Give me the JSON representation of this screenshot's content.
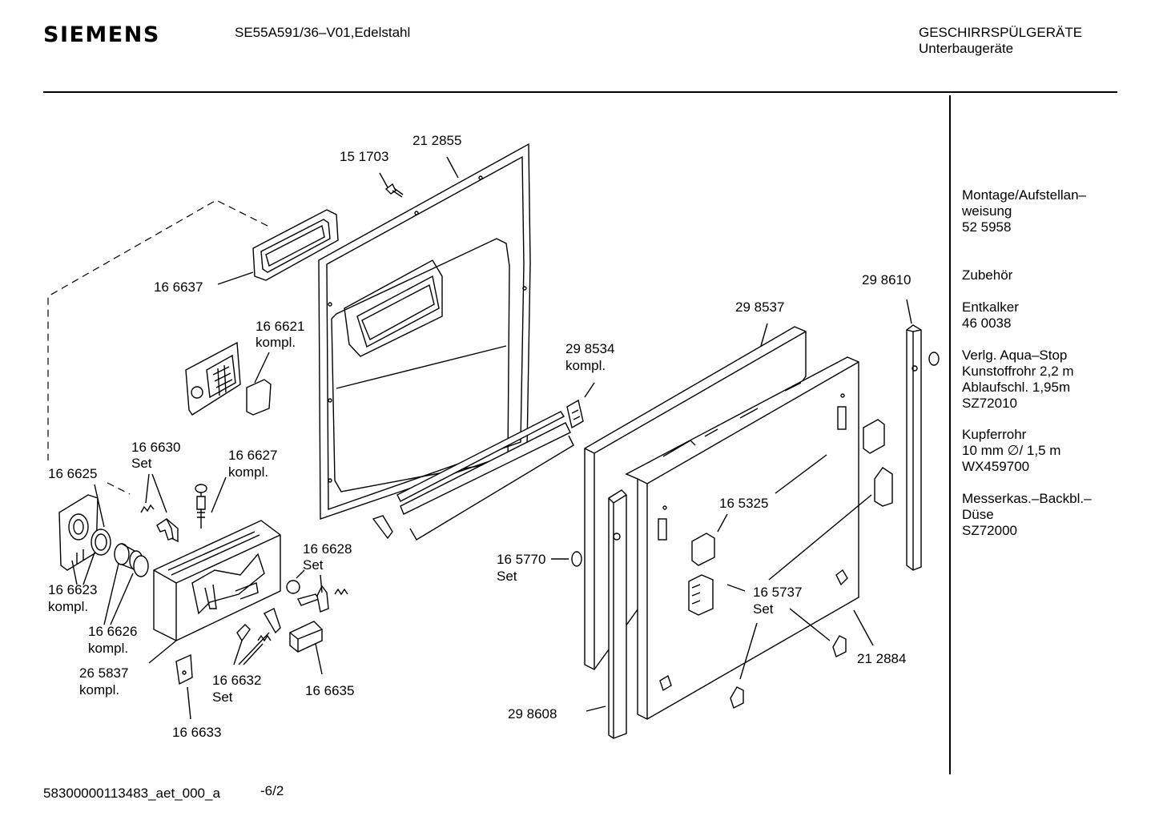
{
  "header": {
    "brand": "SIEMENS",
    "model": "SE55A591/36–V01,Edelstahl",
    "category_line1": "GESCHIRRSPÜLGERÄTE",
    "category_line2": "Unterbaugeräte"
  },
  "sidebar": [
    {
      "lines": [
        "Montage/Aufstellan–",
        "weisung",
        "52 5958"
      ]
    },
    {
      "lines": [
        "Zubehör"
      ]
    },
    {
      "lines": [
        "Entkalker",
        "46 0038"
      ]
    },
    {
      "lines": [
        "Verlg. Aqua–Stop",
        "Kunstoffrohr 2,2 m",
        "Ablaufschl. 1,95m",
        "SZ72010"
      ]
    },
    {
      "lines": [
        "Kupferrohr",
        "10 mm ∅/ 1,5 m",
        "WX459700"
      ]
    },
    {
      "lines": [
        "Messerkas.–Backbl.–",
        "Düse",
        "SZ72000"
      ]
    }
  ],
  "parts": {
    "p212855": {
      "number": "21 2855"
    },
    "p151703": {
      "number": "15 1703"
    },
    "p166637": {
      "number": "16 6637"
    },
    "p166621": {
      "number": "16 6621",
      "note": "kompl."
    },
    "p166630": {
      "number": "16 6630",
      "note": "Set"
    },
    "p166627": {
      "number": "16 6627",
      "note": "kompl."
    },
    "p166625": {
      "number": "16 6625"
    },
    "p166623": {
      "number": "16 6623",
      "note": "kompl."
    },
    "p166626": {
      "number": "16 6626",
      "note": "kompl."
    },
    "p265837": {
      "number": "26 5837",
      "note": "kompl."
    },
    "p166633": {
      "number": "16 6633"
    },
    "p166628": {
      "number": "16 6628",
      "note": "Set"
    },
    "p166632": {
      "number": "16 6632",
      "note": "Set"
    },
    "p166635": {
      "number": "16 6635"
    },
    "p298534": {
      "number": "29 8534",
      "note": "kompl."
    },
    "p298537": {
      "number": "29 8537"
    },
    "p298610": {
      "number": "29 8610"
    },
    "p165770": {
      "number": "16 5770",
      "note": "Set"
    },
    "p165325": {
      "number": "16 5325"
    },
    "p165737": {
      "number": "16 5737",
      "note": "Set"
    },
    "p212884": {
      "number": "21 2884"
    },
    "p298608": {
      "number": "29 8608"
    }
  },
  "footer": {
    "drawing_id": "58300000113483_aet_000_a",
    "page": "-6/2"
  }
}
